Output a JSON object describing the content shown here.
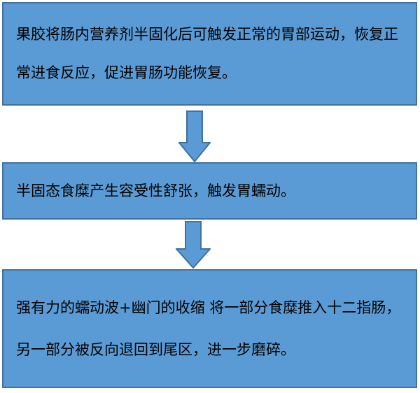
{
  "flow": {
    "step1": "果胶将肠内营养剂半固化后可触发正常的胃部运动，恢复正常进食反应，促进胃肠功能恢复。",
    "step2": "半固态食糜产生容受性舒张，触发胃蠕动。",
    "step3": "强有力的蠕动波+幽门的收缩 将一部分食糜推入十二指肠，另一部分被反向退回到尾区，进一步磨碎。"
  },
  "colors": {
    "box_fill": "#5b9bd5",
    "box_border": "#41719c",
    "arrow_fill": "#5b9bd5",
    "arrow_border": "#41719c"
  }
}
